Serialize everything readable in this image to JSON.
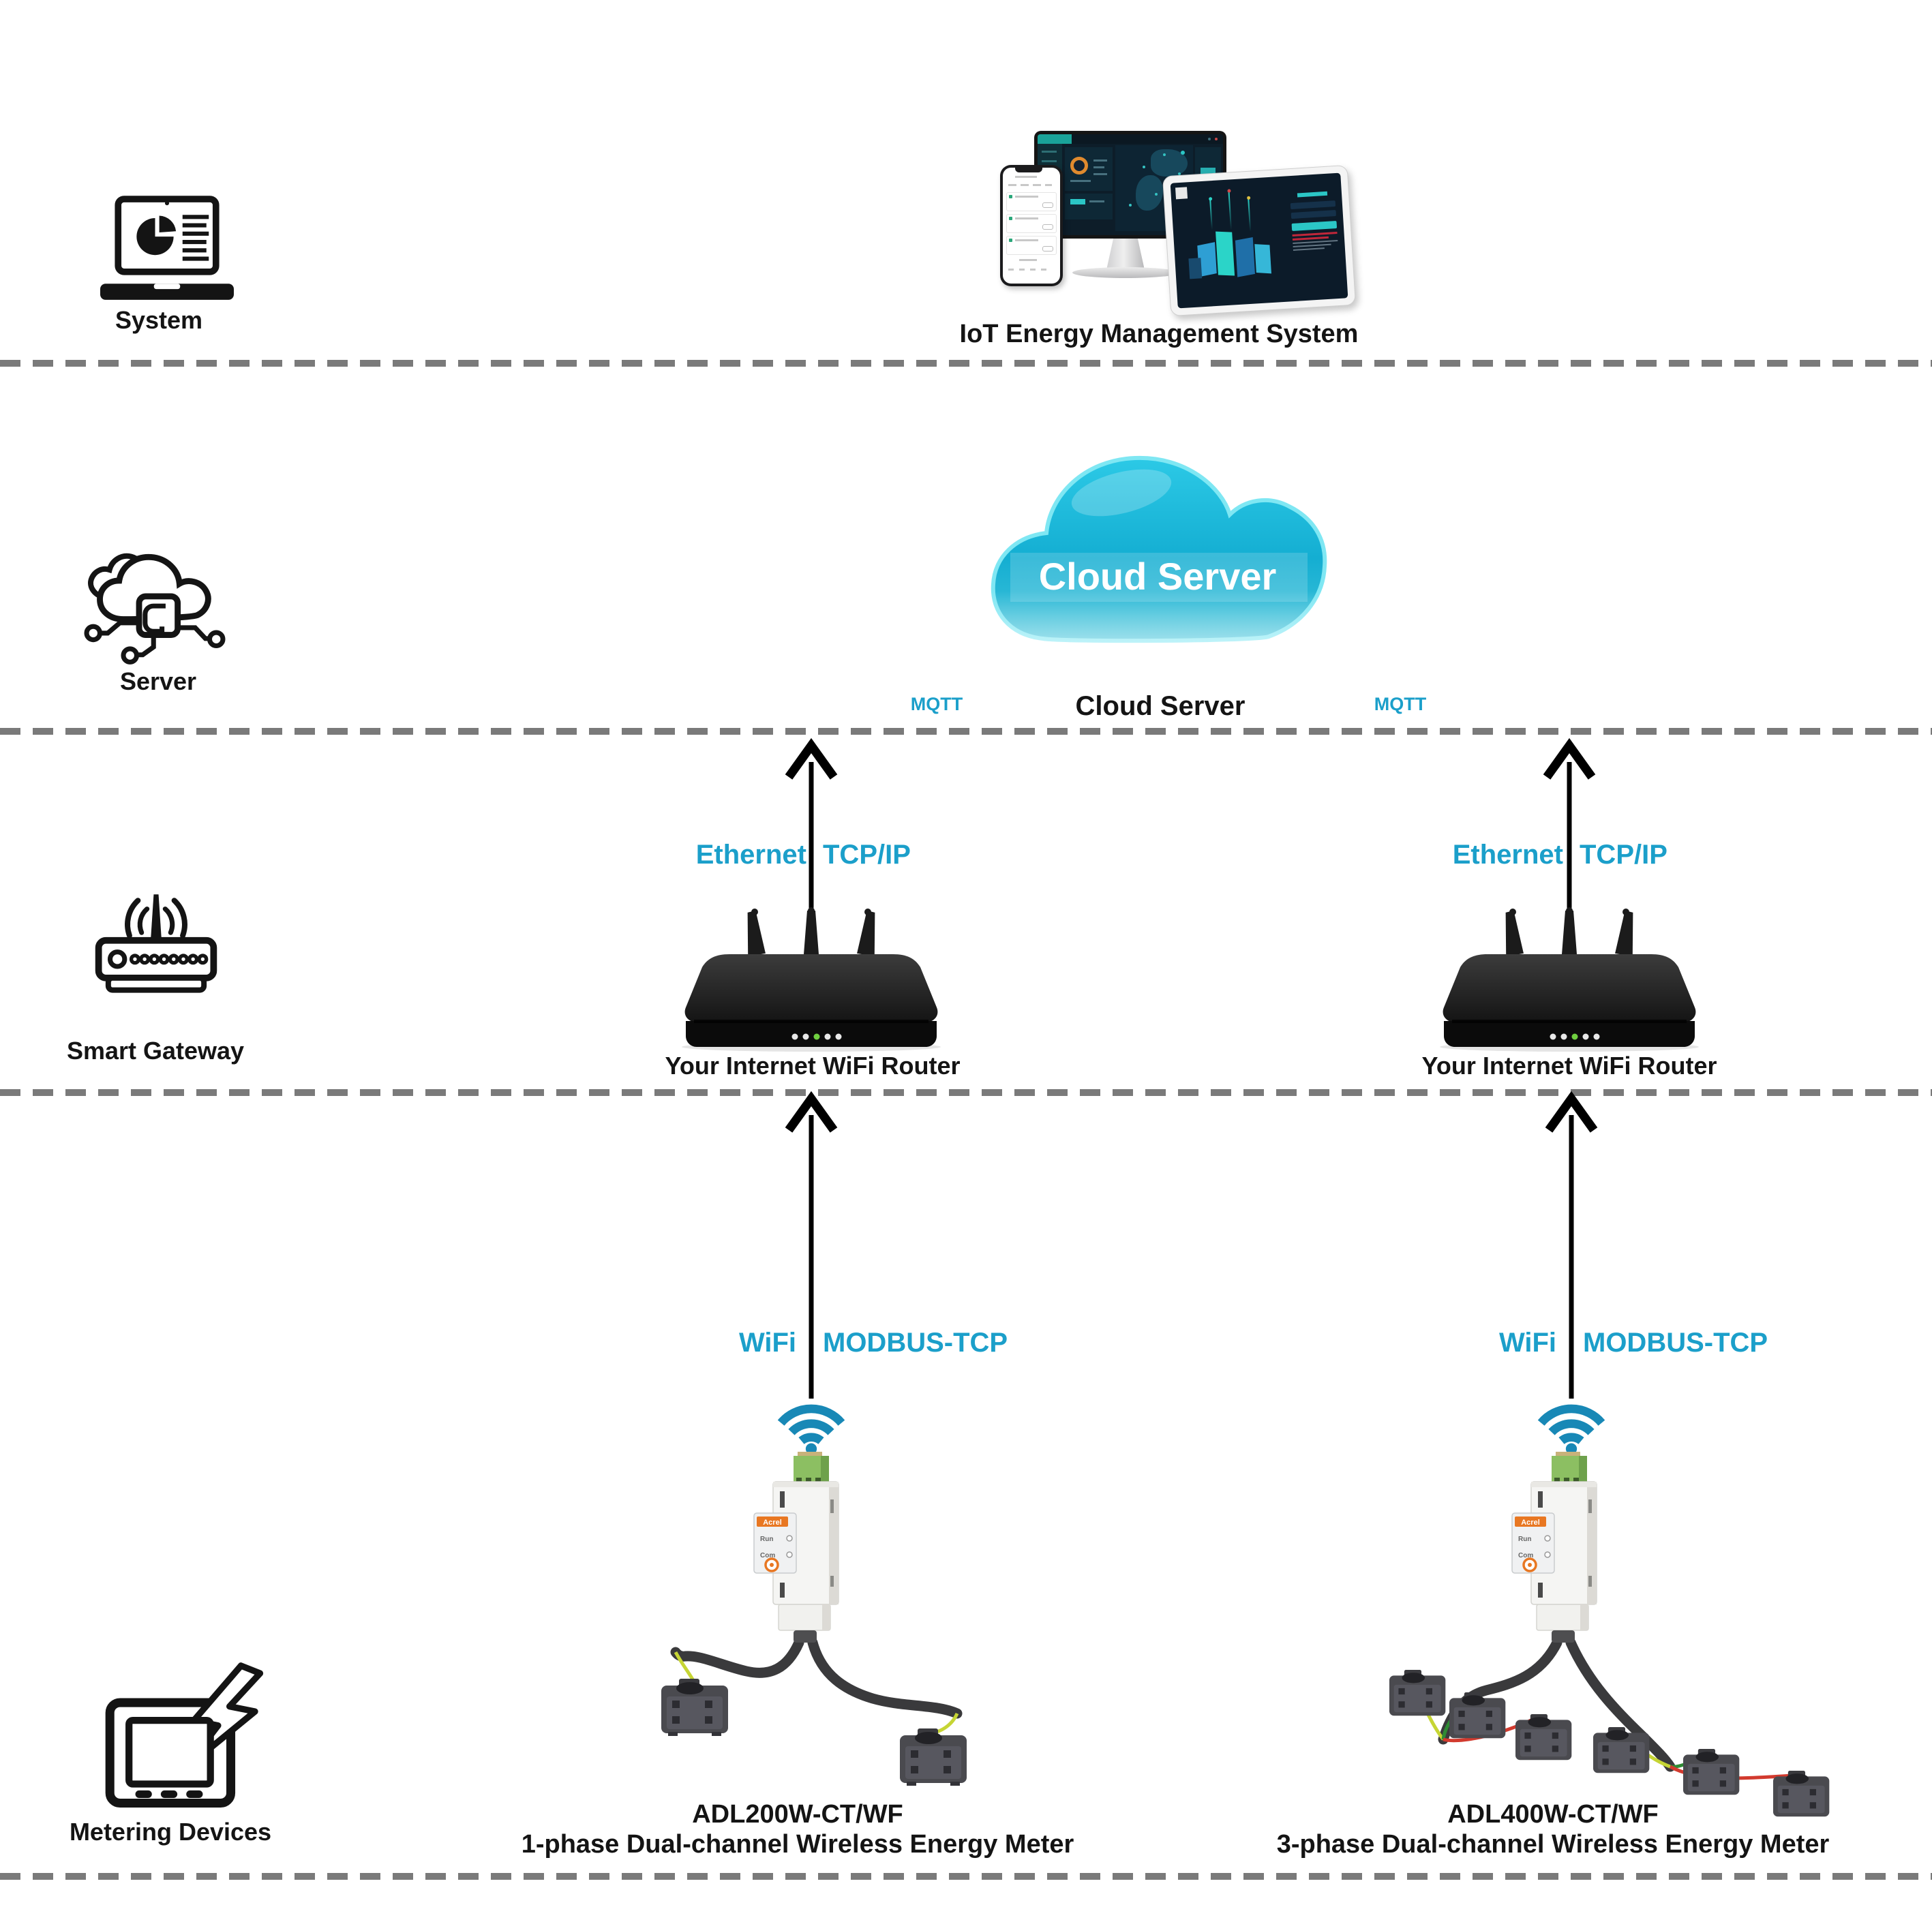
{
  "labels": {
    "system": "System",
    "ems": "IoT Energy Management System",
    "server": "Server",
    "cloud_banner": "Cloud Server",
    "cloud_caption": "Cloud Server",
    "mqtt": "MQTT",
    "ethernet": "Ethernet",
    "tcpip": "TCP/IP",
    "gateway": "Smart Gateway",
    "router": "Your Internet WiFi Router",
    "wifi": "WiFi",
    "modbus": "MODBUS-TCP",
    "metering": "Metering Devices"
  },
  "meters": {
    "left": {
      "model": "ADL200W-CT/WF",
      "desc": "1-phase Dual-channel Wireless Energy Meter"
    },
    "right": {
      "model": "ADL400W-CT/WF",
      "desc": "3-phase Dual-channel Wireless Energy Meter"
    }
  },
  "device": {
    "brand": "Acrel",
    "led_run": "Run",
    "led_com": "Com"
  },
  "colors": {
    "accent_cyan": "#1b9fca",
    "wifi_icon": "#1888b6",
    "cloud": "#14b0d4",
    "dash_gray": "#7a7a7a",
    "text_black": "#141414",
    "terminal_green": "#8cbf62",
    "brand_orange": "#e87722",
    "wire_yellow": "#c6d534",
    "wire_green": "#2e8b33",
    "wire_red": "#d23a2e"
  }
}
